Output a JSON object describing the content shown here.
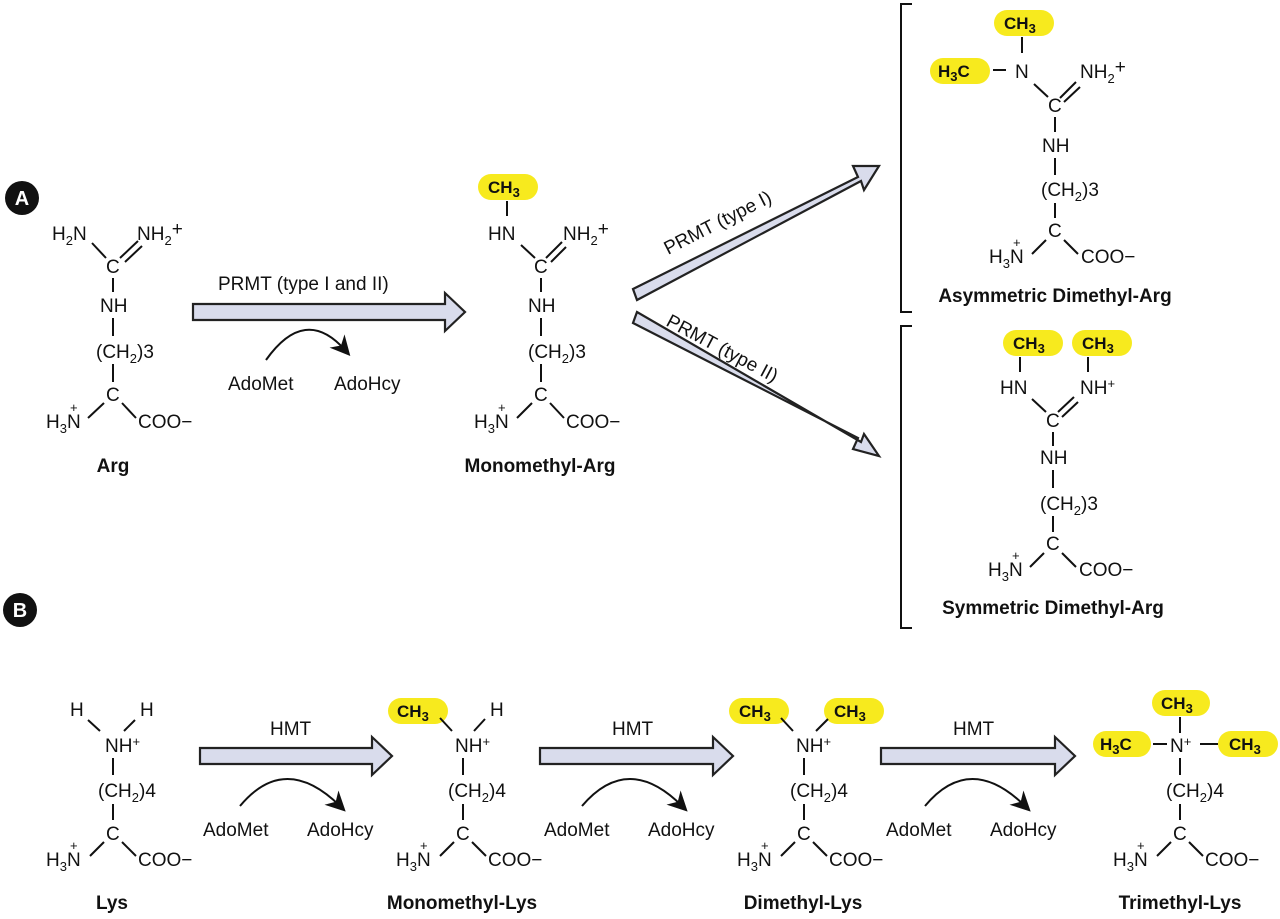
{
  "panels": {
    "a": {
      "badge": "A",
      "reaction": {
        "enzyme": "PRMT (type I and II)",
        "donor": "AdoMet",
        "product": "AdoHcy"
      },
      "branch_upper": "PRMT (type I)",
      "branch_lower": "PRMT (type II)",
      "molecules": {
        "arg": {
          "name": "Arg",
          "n1": "H2N",
          "n2": "NH2+",
          "c": "C",
          "nh": "NH",
          "chain": "(CH2)3",
          "ca": "C",
          "amine": "H3N+",
          "carboxyl": "COO−"
        },
        "monomethyl_arg": {
          "name": "Monomethyl-Arg",
          "methyl": "CH3",
          "n1": "HN",
          "n2": "NH2+",
          "c": "C",
          "nh": "NH",
          "chain": "(CH2)3",
          "ca": "C",
          "amine": "H3N+",
          "carboxyl": "COO−"
        },
        "asym_dimethyl_arg": {
          "name": "Asymmetric Dimethyl-Arg",
          "methyl_top": "CH3",
          "methyl_left": "H3C",
          "n1": "N",
          "n2": "NH2+",
          "c": "C",
          "nh": "NH",
          "chain": "(CH2)3",
          "ca": "C",
          "amine": "H3N+",
          "carboxyl": "COO−"
        },
        "sym_dimethyl_arg": {
          "name": "Symmetric Dimethyl-Arg",
          "methyl_1": "CH3",
          "methyl_2": "CH3",
          "n1": "HN",
          "n2": "NH+",
          "c": "C",
          "nh": "NH",
          "chain": "(CH2)3",
          "ca": "C",
          "amine": "H3N+",
          "carboxyl": "COO−"
        }
      }
    },
    "b": {
      "badge": "B",
      "reactions": [
        {
          "enzyme": "HMT",
          "donor": "AdoMet",
          "product": "AdoHcy"
        },
        {
          "enzyme": "HMT",
          "donor": "AdoMet",
          "product": "AdoHcy"
        },
        {
          "enzyme": "HMT",
          "donor": "AdoMet",
          "product": "AdoHcy"
        }
      ],
      "molecules": {
        "lys": {
          "name": "Lys",
          "h1": "H",
          "h2": "H",
          "n": "NH+",
          "chain": "(CH2)4",
          "ca": "C",
          "amine": "H3N+",
          "carboxyl": "COO−"
        },
        "monomethyl_lys": {
          "name": "Monomethyl-Lys",
          "methyl": "CH3",
          "h": "H",
          "n": "NH+",
          "chain": "(CH2)4",
          "ca": "C",
          "amine": "H3N+",
          "carboxyl": "COO−"
        },
        "dimethyl_lys": {
          "name": "Dimethyl-Lys",
          "methyl_1": "CH3",
          "methyl_2": "CH3",
          "n": "NH+",
          "chain": "(CH2)4",
          "ca": "C",
          "amine": "H3N+",
          "carboxyl": "COO−"
        },
        "trimethyl_lys": {
          "name": "Trimethyl-Lys",
          "methyl_top": "CH3",
          "methyl_left": "H3C",
          "methyl_right": "CH3",
          "n": "N+",
          "chain": "(CH2)4",
          "ca": "C",
          "amine": "H3N+",
          "carboxyl": "COO−"
        }
      }
    }
  },
  "colors": {
    "methyl_highlight": "#f7ea1e",
    "arrow_fill": "#d9dcec"
  }
}
